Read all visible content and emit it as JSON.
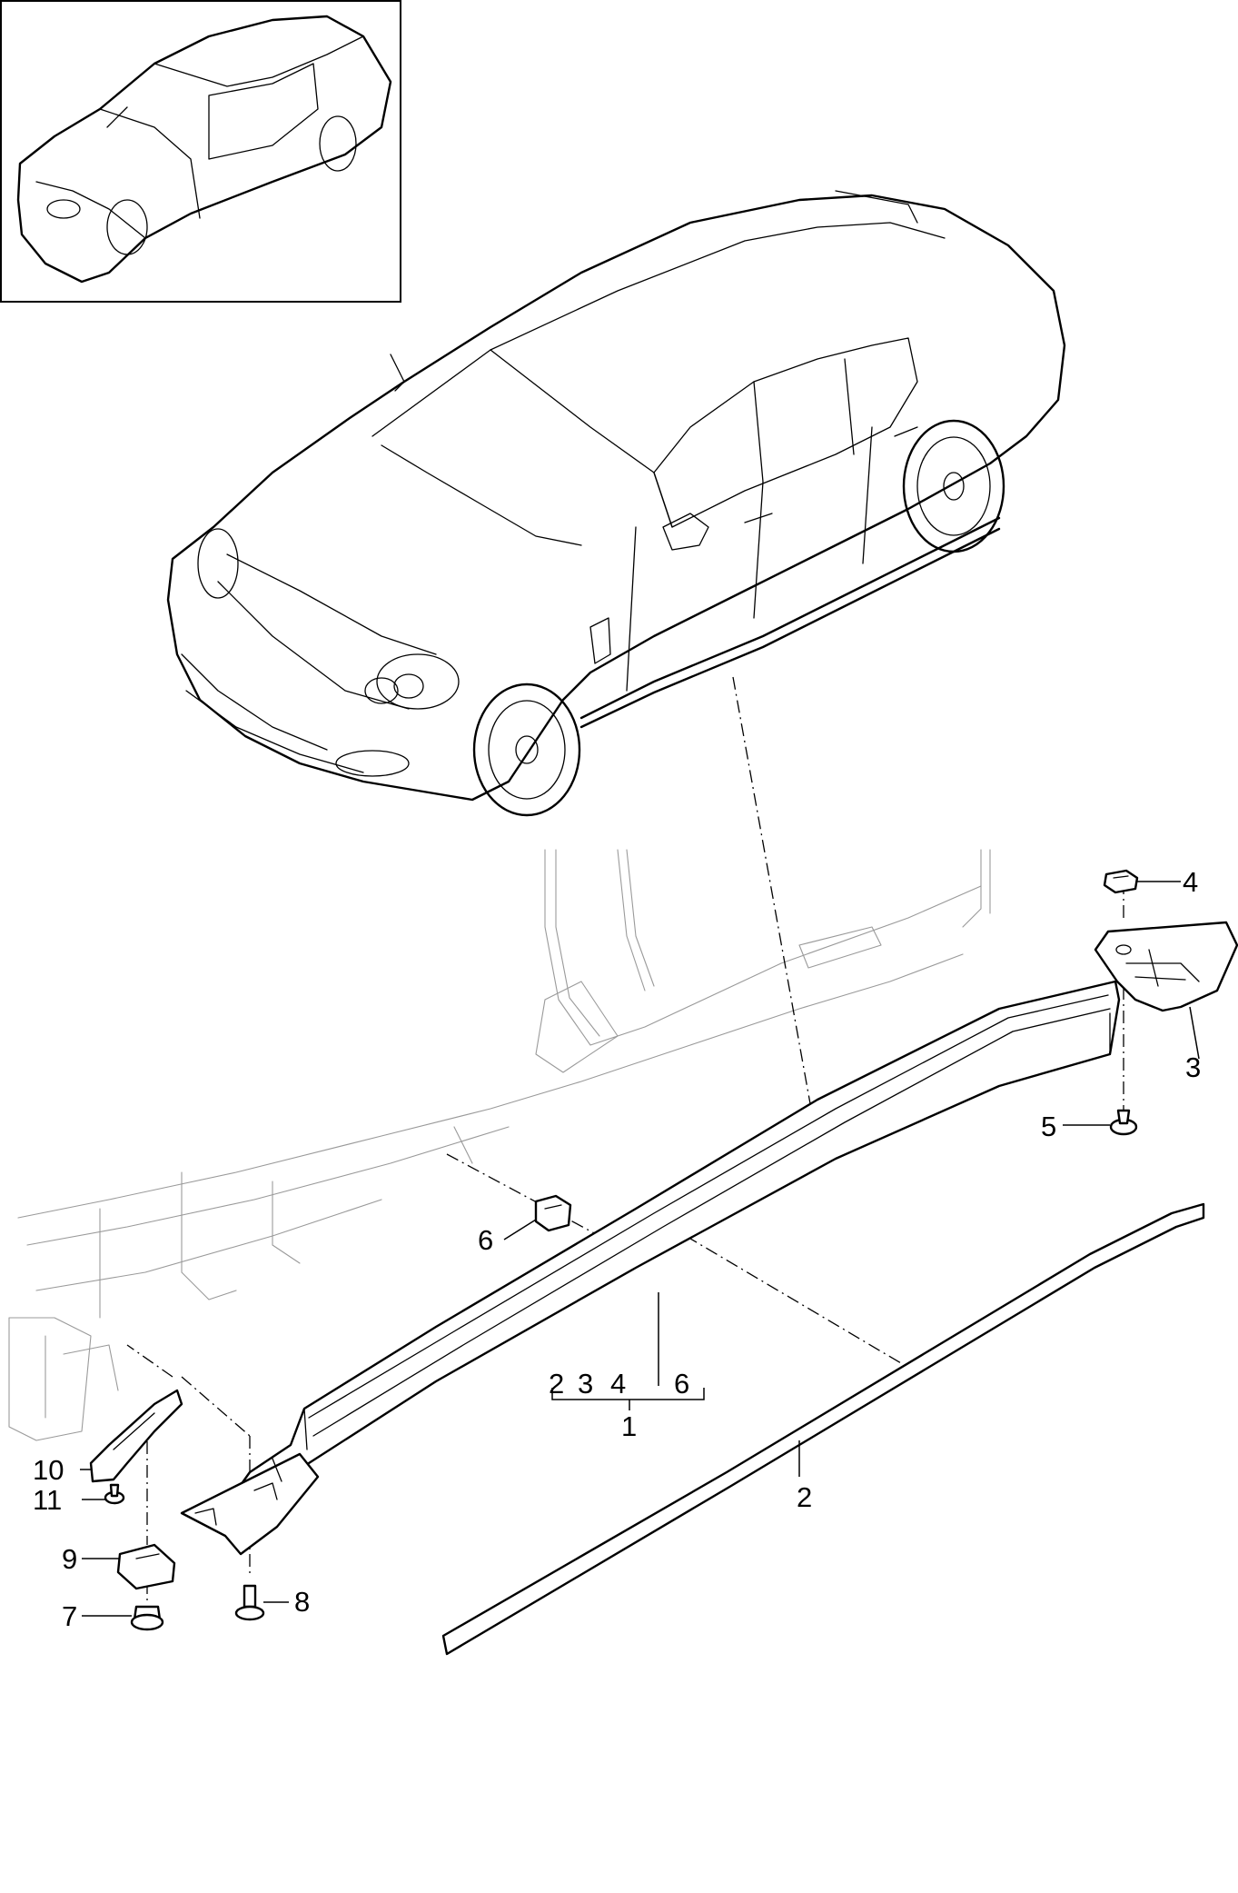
{
  "callouts": {
    "c1": "1",
    "c2": "2",
    "c3": "3",
    "c4": "4",
    "c5": "5",
    "c6": "6",
    "c7": "7",
    "c8": "8",
    "c9": "9",
    "c10": "10",
    "c11": "11"
  },
  "group_label": {
    "items": [
      "2",
      "3",
      "4",
      "6"
    ],
    "total": "1"
  }
}
